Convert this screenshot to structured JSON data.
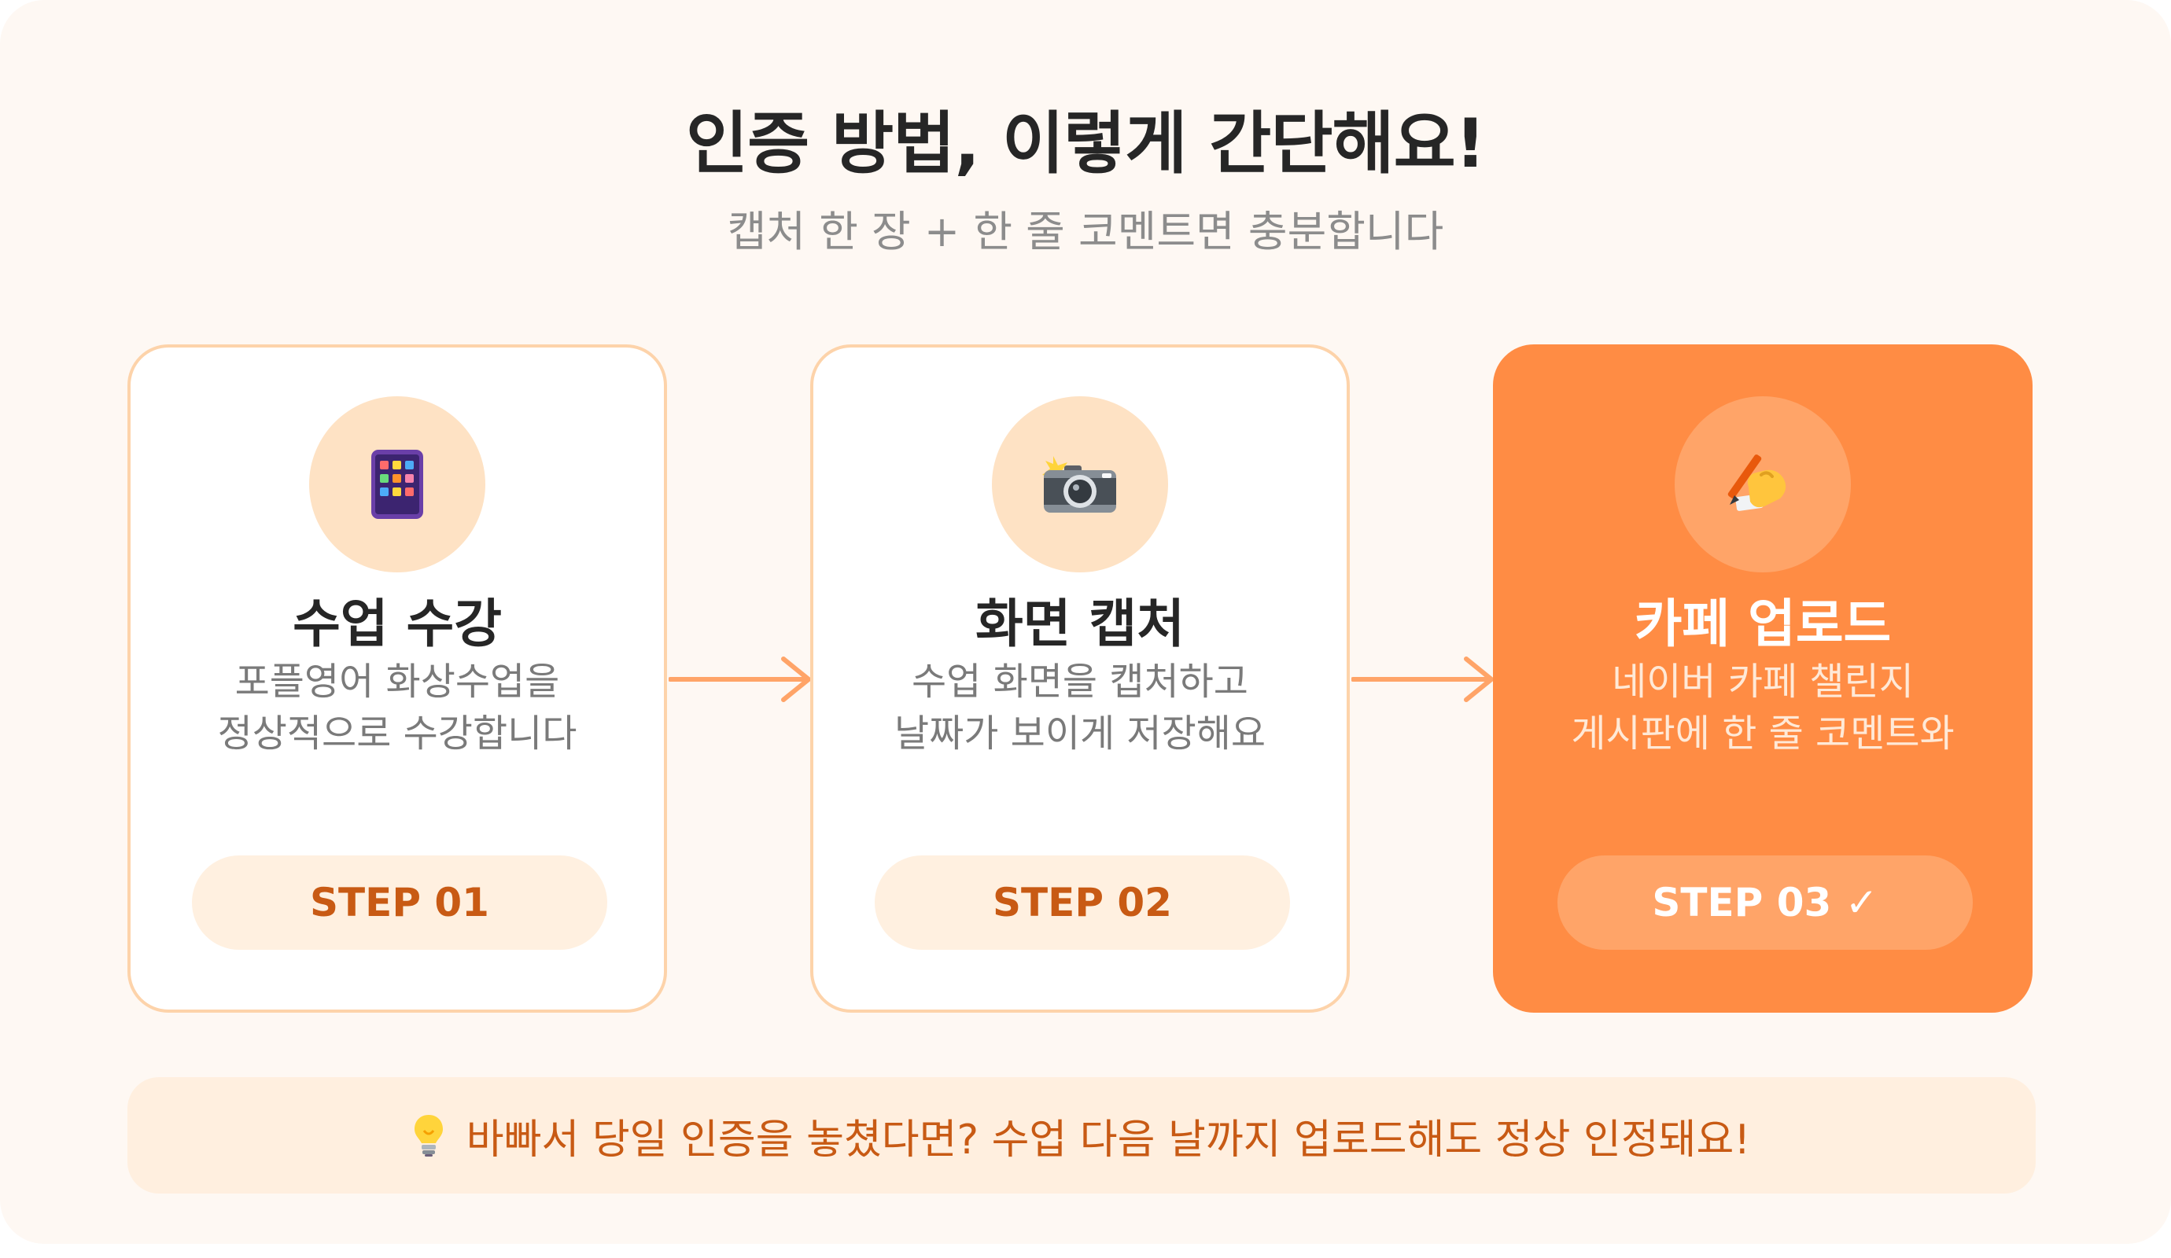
{
  "header": {
    "title": "인증 방법, 이렇게 간단해요!",
    "subtitle": "캡처 한 장 + 한 줄 코멘트면 충분합니다"
  },
  "steps": [
    {
      "icon": "tablet-icon",
      "title": "수업 수강",
      "desc_line1": "포플영어 화상수업을",
      "desc_line2": "정상적으로 수강합니다",
      "step_label": "STEP 01",
      "active": false
    },
    {
      "icon": "camera-flash-icon",
      "title": "화면 캡처",
      "desc_line1": "수업 화면을 캡처하고",
      "desc_line2": "날짜가 보이게 저장해요",
      "step_label": "STEP 02",
      "active": false
    },
    {
      "icon": "writing-hand-icon",
      "title": "카페 업로드",
      "desc_line1": "네이버 카페 챌린지",
      "desc_line2": "게시판에 한 줄 코멘트와",
      "step_label": "STEP 03 ✓",
      "active": true
    }
  ],
  "tip": {
    "icon": "lightbulb-icon",
    "text": "바빠서 당일 인증을 놓쳤다면? 수업 다음 날까지 업로드해도 정상 인정돼요!"
  },
  "colors": {
    "accent": "#ff8c44",
    "accent_dark": "#c85a14",
    "panel_bg": "#fef8f3",
    "card_border": "#fdd3aa",
    "icon_circle": "#fee2c4"
  }
}
